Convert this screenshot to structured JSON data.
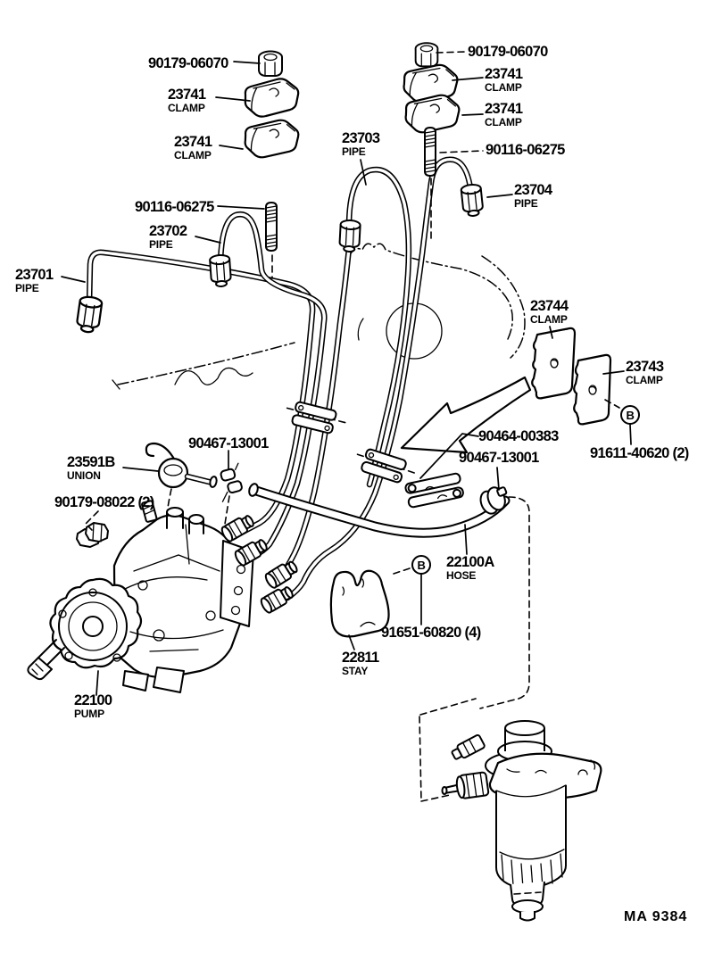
{
  "footer": {
    "code": "MA  9384"
  },
  "markers": {
    "b": "B"
  },
  "labels": {
    "nut_tl": {
      "part": "90179-06070"
    },
    "clamp_tl_1": {
      "part": "23741",
      "type": "CLAMP"
    },
    "clamp_tl_2": {
      "part": "23741",
      "type": "CLAMP"
    },
    "nut_tr": {
      "part": "90179-06070"
    },
    "clamp_tr_1": {
      "part": "23741",
      "type": "CLAMP"
    },
    "clamp_tr_2": {
      "part": "23741",
      "type": "CLAMP"
    },
    "pipe_23703": {
      "part": "23703",
      "type": "PIPE"
    },
    "stud_tr": {
      "part": "90116-06275"
    },
    "pipe_23704": {
      "part": "23704",
      "type": "PIPE"
    },
    "stud_tl": {
      "part": "90116-06275"
    },
    "pipe_23702": {
      "part": "23702",
      "type": "PIPE"
    },
    "pipe_23701": {
      "part": "23701",
      "type": "PIPE"
    },
    "clamp_23744": {
      "part": "23744",
      "type": "CLAMP"
    },
    "clamp_23743": {
      "part": "23743",
      "type": "CLAMP"
    },
    "bolt_91611": {
      "part": "91611-40620 (2)"
    },
    "clamp_90464": {
      "part": "90464-00383"
    },
    "clamp_90467_mid": {
      "part": "90467-13001"
    },
    "clamp_90467_right": {
      "part": "90467-13001"
    },
    "union_23591b": {
      "part": "23591B",
      "type": "UNION"
    },
    "nut_90179_08022": {
      "part": "90179-08022 (2)"
    },
    "hose_22100a": {
      "part": "22100A",
      "type": "HOSE"
    },
    "bolt_91651": {
      "part": "91651-60820 (4)"
    },
    "stay_22811": {
      "part": "22811",
      "type": "STAY"
    },
    "pump_22100": {
      "part": "22100",
      "type": "PUMP"
    }
  }
}
